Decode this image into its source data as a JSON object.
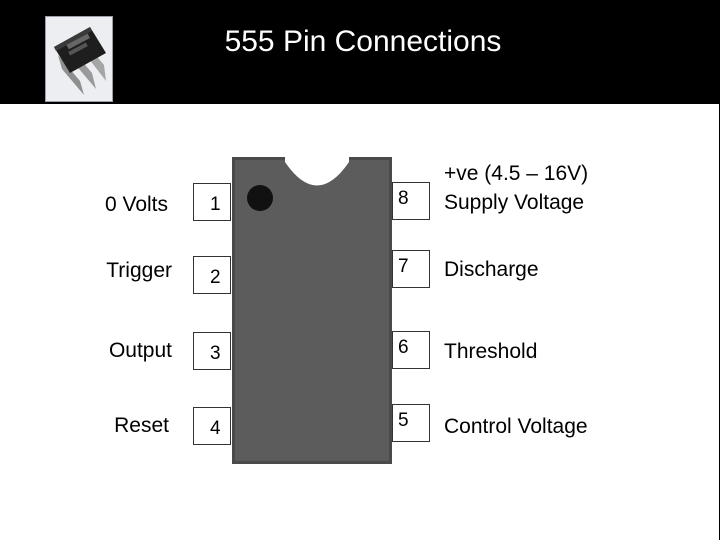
{
  "title": "555 Pin Connections",
  "left_pins": [
    {
      "number": "1",
      "label": "0 Volts"
    },
    {
      "number": "2",
      "label": "Trigger"
    },
    {
      "number": "3",
      "label": "Output"
    },
    {
      "number": "4",
      "label": "Reset"
    }
  ],
  "right_pins": [
    {
      "number": "8",
      "label_line1": "+ve  (4.5 – 16V)",
      "label_line2": "Supply Voltage"
    },
    {
      "number": "7",
      "label": "Discharge"
    },
    {
      "number": "6",
      "label": "Threshold"
    },
    {
      "number": "5",
      "label": "Control Voltage"
    }
  ],
  "colors": {
    "header_bg": "#000000",
    "content_bg": "#ffffff",
    "chip_body": "#5c5c5c",
    "pin_box": "#ffffff",
    "title_text": "#ffffff"
  }
}
